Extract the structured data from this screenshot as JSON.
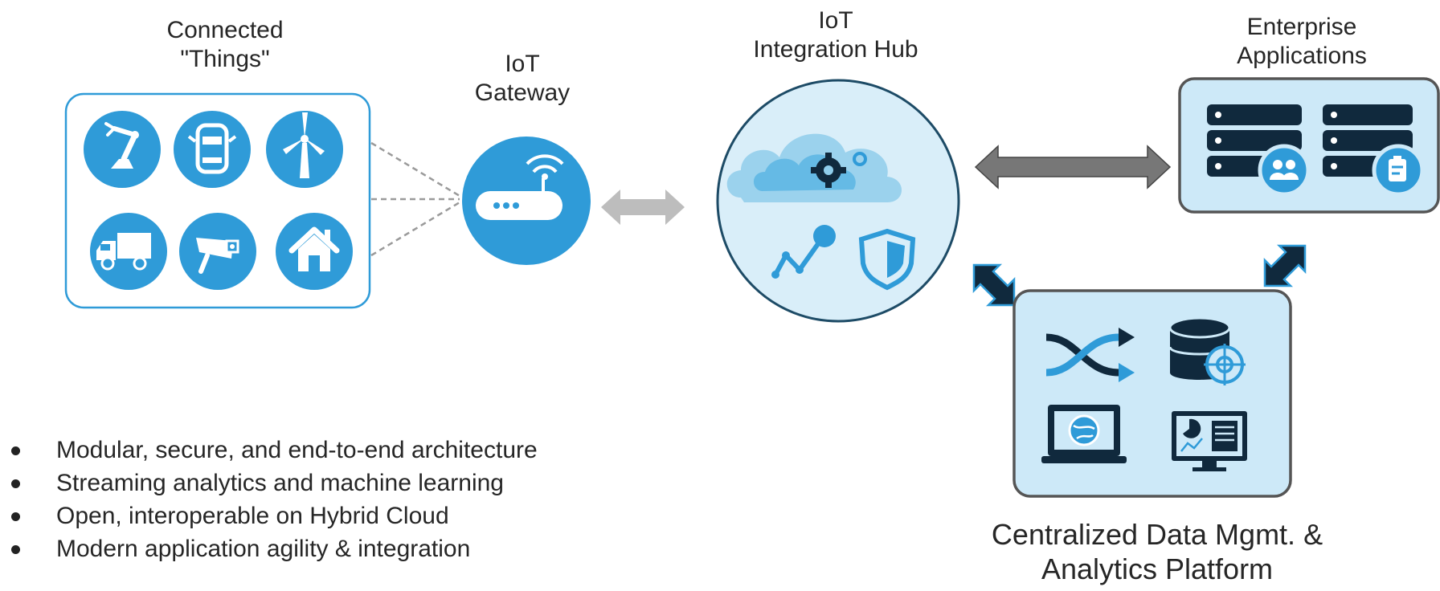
{
  "things": {
    "line1": "Connected",
    "line2": "\"Things\""
  },
  "gateway": {
    "line1": "IoT",
    "line2": "Gateway"
  },
  "hub": {
    "line1": "IoT",
    "line2": "Integration Hub"
  },
  "enterprise": {
    "line1": "Enterprise",
    "line2": "Applications"
  },
  "platform": {
    "line1": "Centralized Data Mgmt. &",
    "line2": "Analytics Platform"
  },
  "bullets": [
    "Modular, secure, and end-to-end architecture",
    "Streaming analytics and machine learning",
    "Open, interoperable on Hybrid Cloud",
    "Modern application agility & integration"
  ],
  "icons": {
    "things": [
      "robot-arm-icon",
      "car-icon",
      "wind-turbine-icon",
      "truck-icon",
      "security-camera-icon",
      "house-icon"
    ],
    "gateway": "router-icon",
    "hub": [
      "cloud-gears-icon",
      "analytics-graph-icon",
      "shield-icon"
    ],
    "enterprise": [
      "server-users-icon",
      "server-clipboard-icon"
    ],
    "platform": [
      "shuffle-icon",
      "database-target-icon",
      "laptop-globe-icon",
      "monitor-dashboard-icon"
    ]
  },
  "colors": {
    "accent_blue": "#2f9bd8",
    "light_blue": "#cde9f8",
    "dark_navy": "#10293d",
    "gray_arrow": "#7a7a7a",
    "light_gray_arrow": "#bdbdbd",
    "box_border": "#555555"
  }
}
